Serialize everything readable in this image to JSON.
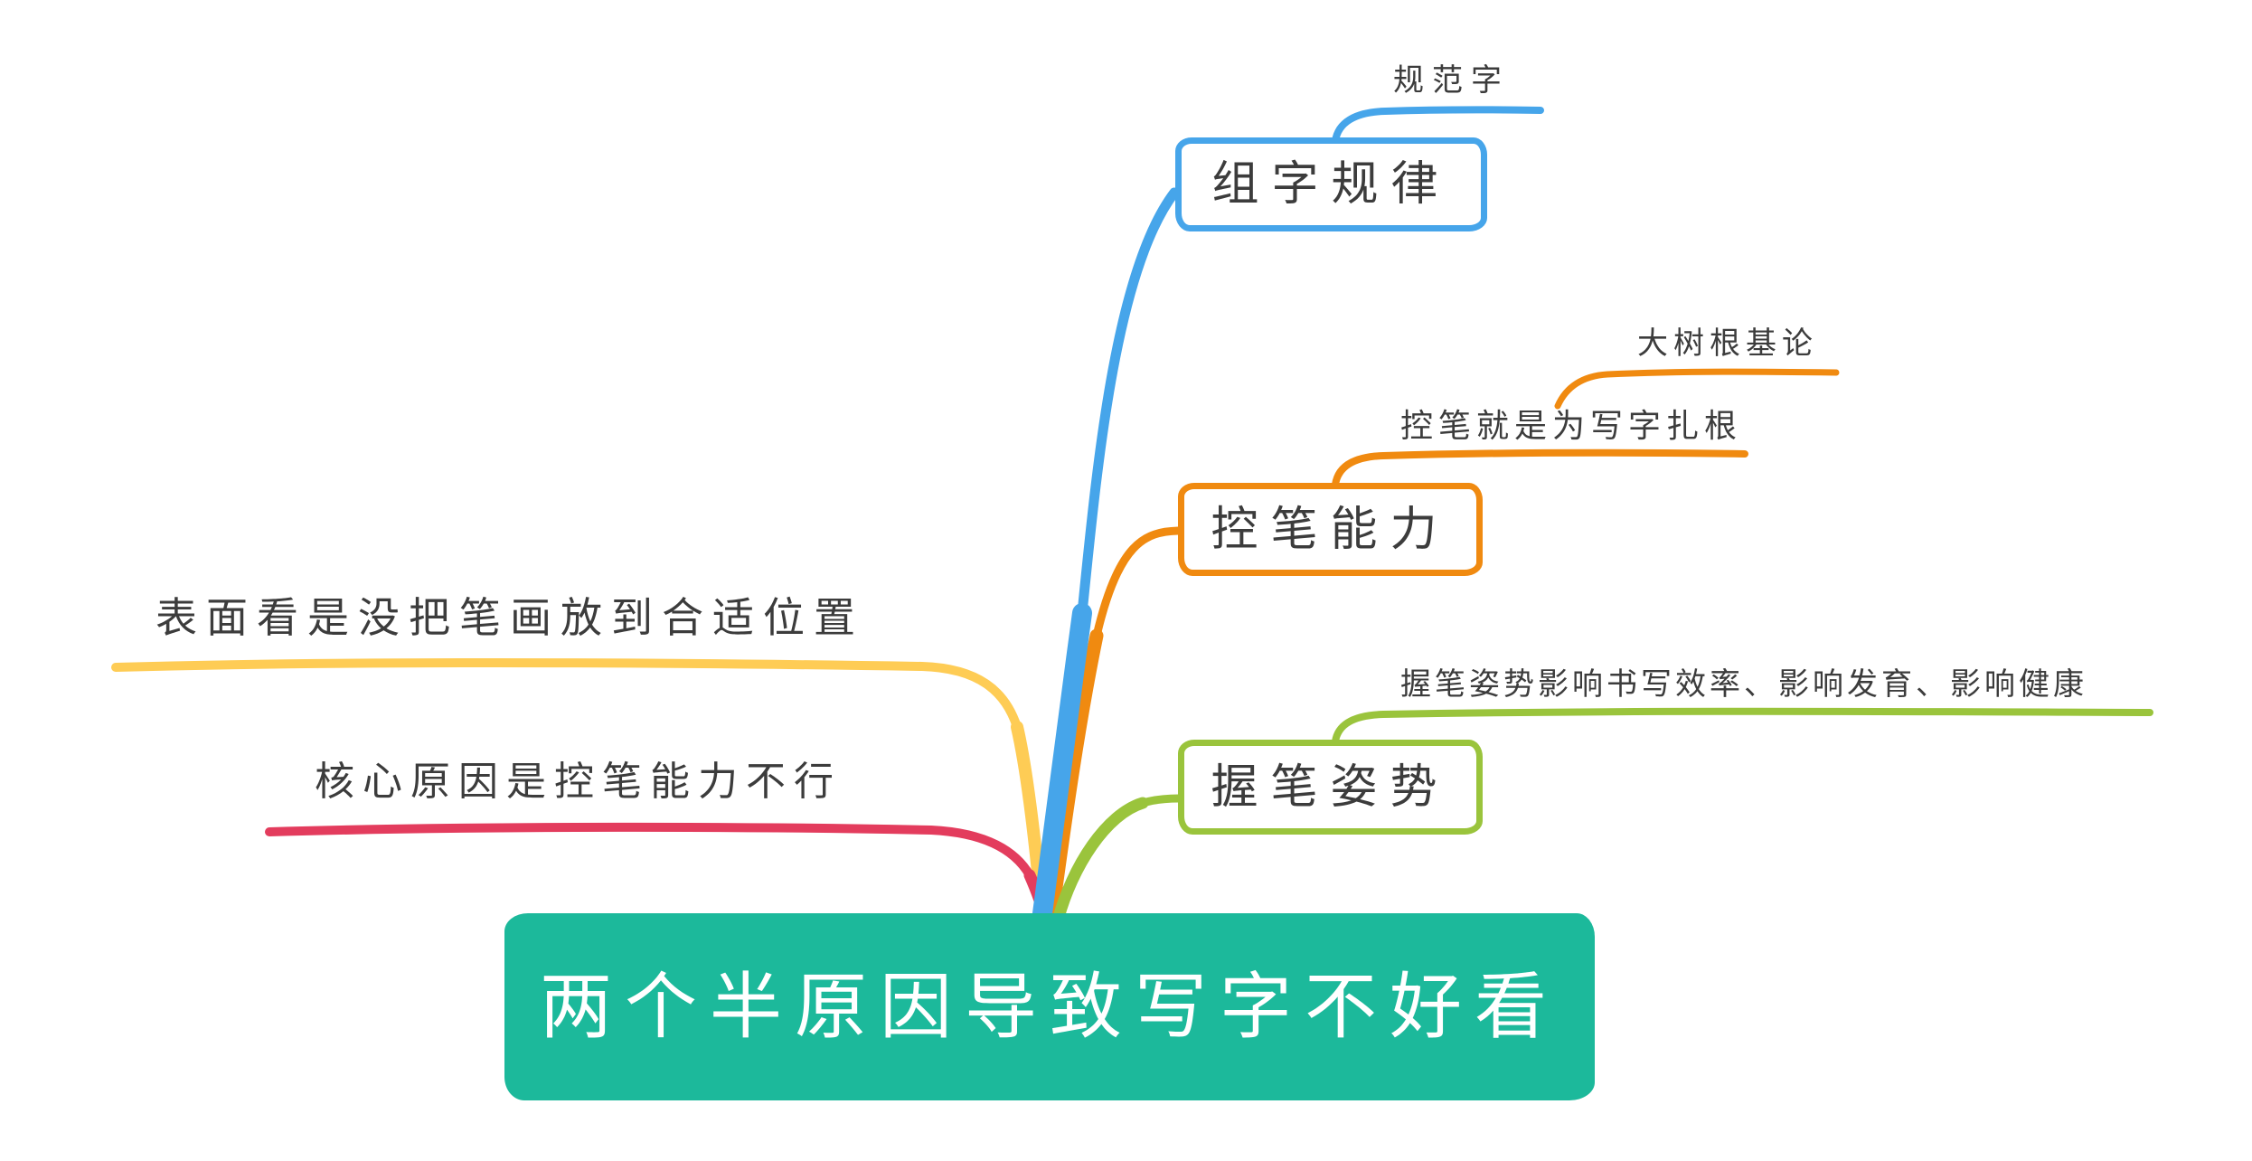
{
  "page": {
    "background": "#FFFFFF"
  },
  "colors": {
    "blue": "#46A5EA",
    "orange": "#F08A10",
    "yellow": "#FECC55",
    "red": "#E33C5D",
    "green": "#9AC43C",
    "teal": "#1CB99B",
    "text_dark": "#3C3C3C",
    "text_light": "#FFFFFF",
    "background": "#FFFFFF"
  },
  "central_topic": {
    "label": "两个半原因导致写字不好看"
  },
  "branches": [
    {
      "label": "组字规律",
      "color": "blue",
      "children": [
        {
          "label": "规范字"
        }
      ]
    },
    {
      "label": "控笔能力",
      "color": "orange",
      "children": [
        {
          "label": "控笔就是为写字扎根",
          "children": [
            {
              "label": "大树根基论"
            }
          ]
        }
      ]
    },
    {
      "label": "握笔姿势",
      "color": "green",
      "children": [
        {
          "label": "握笔姿势影响书写效率、影响发育、影响健康"
        }
      ]
    },
    {
      "label": "表面看是没把笔画放到合适位置",
      "color": "yellow",
      "children": []
    },
    {
      "label": "核心原因是控笔能力不行",
      "color": "red",
      "children": []
    }
  ]
}
